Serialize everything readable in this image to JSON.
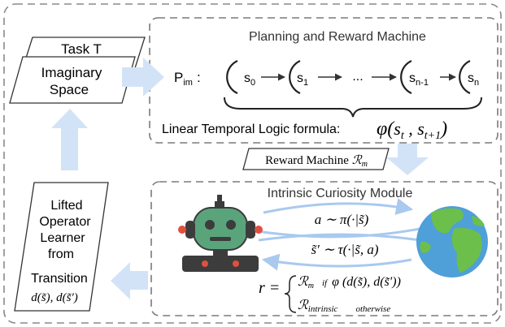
{
  "task_block": {
    "task_label": "Task T",
    "imaginary_line1": "Imaginary",
    "imaginary_line2": "Space"
  },
  "planning_panel": {
    "title": "Planning and Reward Machine",
    "p_base": "P",
    "p_sub": "im",
    "p_colon": ":",
    "states": [
      {
        "base": "s",
        "sub": "0"
      },
      {
        "base": "s",
        "sub": "1"
      },
      {
        "base": "s",
        "sub": "n-1"
      },
      {
        "base": "s",
        "sub": "n"
      }
    ],
    "ellipsis": "...",
    "ltl_label": "Linear Temporal Logic formula:",
    "ltl_phi": "φ(",
    "ltl_s1": "s",
    "ltl_s1_sub": "t",
    "ltl_comma": " , ",
    "ltl_s2": "s",
    "ltl_s2_sub": "t+1",
    "ltl_close": ")"
  },
  "reward_machine_tag": {
    "text": "Reward Machine ",
    "symbol": "ℛ",
    "symbol_sub": "m"
  },
  "icm_panel": {
    "title": "Intrinsic Curiosity Module",
    "policy_eq": "a ∼ π(·|s̃)",
    "transition_eq": "s̃′ ∼ τ(·|s̃, a)",
    "reward_lhs": "r =",
    "reward_case1": "ℛm  if  φ (d(s̃), d(s̃′))",
    "reward_case1_symbol": "ℛ",
    "reward_case1_sub": "m",
    "reward_case1_if": "if",
    "reward_case1_cond": "φ (d(s̃), d(s̃′))",
    "reward_case2_symbol": "ℛ",
    "reward_case2_sub": "intrinsic",
    "reward_case2_otherwise": "otherwise"
  },
  "lifted_block": {
    "lines": [
      "Lifted",
      "Operator",
      "Learner",
      "from",
      "Transition"
    ],
    "formula": "d(s̃), d(s̃′)"
  },
  "colors": {
    "arrow_fill": "#d3e3f7",
    "dash_border": "#7a7a7a",
    "loop_arrow": "#a9c9ef",
    "robot_green": "#5aa47c",
    "robot_dark": "#3c3c3c",
    "robot_red": "#e0503f",
    "globe_ocean": "#4f9fd9",
    "globe_land": "#6cbf4a"
  }
}
